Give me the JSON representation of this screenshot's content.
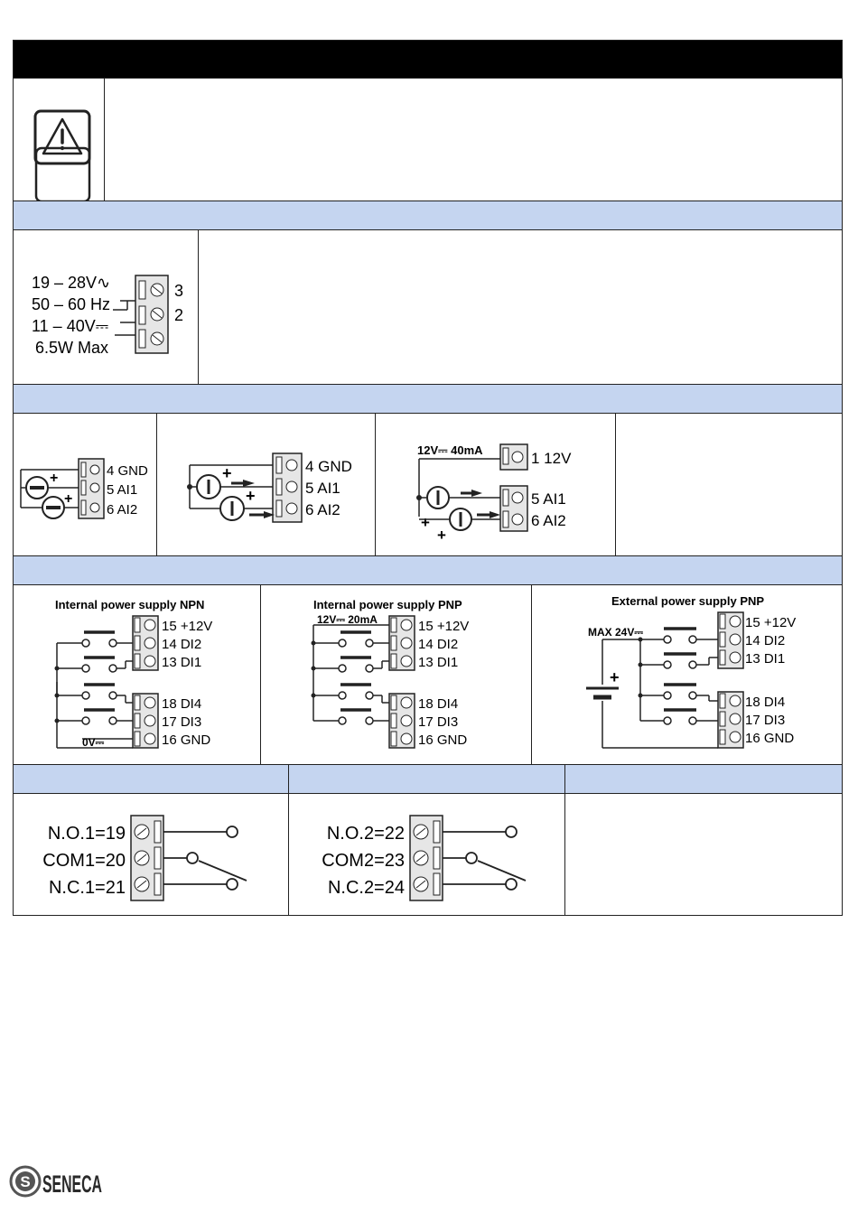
{
  "power_supply": {
    "specs": [
      "19 – 28V∿",
      "50 – 60 Hz",
      "11 – 40V⎓",
      "6.5W Max"
    ],
    "terminals": [
      "3",
      "2"
    ]
  },
  "analog_inputs": {
    "passive": [
      "4 GND",
      "5 AI1",
      "6 AI2"
    ],
    "active": [
      "4 GND",
      "5 AI1",
      "6 AI2"
    ],
    "loop_powered": {
      "supply_label": "12V⎓ 40mA",
      "supply_terminal": "1 12V",
      "terminals": [
        "5 AI1",
        "6 AI2"
      ]
    }
  },
  "digital_inputs": {
    "npn": {
      "title": "Internal power supply NPN",
      "terminals_top": [
        "15 +12V",
        "14 DI2",
        "13 DI1"
      ],
      "terminals_bottom": [
        "18 DI4",
        "17 DI3",
        "16 GND"
      ],
      "zero_label": "0V⎓"
    },
    "pnp_internal": {
      "title": "Internal power supply PNP",
      "supply_label": "12V⎓ 20mA",
      "terminals_top": [
        "15 +12V",
        "14 DI2",
        "13 DI1"
      ],
      "terminals_bottom": [
        "18 DI4",
        "17 DI3",
        "16 GND"
      ]
    },
    "pnp_external": {
      "title": "External power supply PNP",
      "max_label": "MAX 24V⎓",
      "terminals_top": [
        "15 +12V",
        "14 DI2",
        "13 DI1"
      ],
      "terminals_bottom": [
        "18 DI4",
        "17 DI3",
        "16 GND"
      ]
    }
  },
  "relays": {
    "relay1": [
      "N.O.1=19",
      "COM1=20",
      "N.C.1=21"
    ],
    "relay2": [
      "N.O.2=22",
      "COM2=23",
      "N.C.2=24"
    ]
  },
  "brand": "SENECA"
}
